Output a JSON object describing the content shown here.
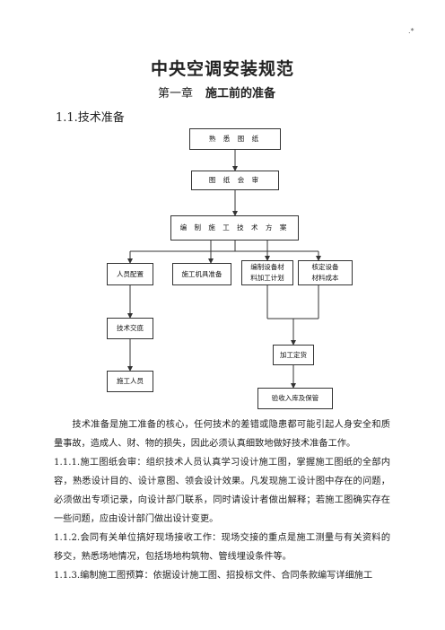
{
  "header": {
    "corner_mark": ".*"
  },
  "title": "中央空调安装规范",
  "chapter": {
    "number": "第一章",
    "name": "施工前的准备"
  },
  "section": "1.1.技术准备",
  "flowchart": {
    "familiar": "熟 悉 图 纸",
    "review": "图 纸 会 审",
    "plan": "编 制 施 工 技 术 方 案",
    "staff": "人员配置",
    "tools": "施工机具准备",
    "material_plan_1": "编制设备材",
    "material_plan_2": "料加工计划",
    "cost_1": "核定设备",
    "cost_2": "材料成本",
    "handover": "技术交底",
    "processing": "加工定货",
    "construction": "施工人员",
    "inspection": "验收入库及保管"
  },
  "body": {
    "p1": "技术准备是施工准备的核心，任何技术的差错或隐患都可能引起人身安全和质量事故，造成人、财、物的损失，因此必须认真细致地做好技术准备工作。",
    "p2": "1.1.1.施工图纸会审：组织技术人员认真学习设计施工图，掌握施工图纸的全部内容，熟悉设计目的、设计意图、领会设计效果。凡发现施工设计图中存在的问题，必须做出专项记录，向设计部门联系，同时请设计者做出解释；若施工图确实存在一些问题，应由设计部门做出设计变更。",
    "p3": "1.1.2.会同有关单位搞好现场接收工作：现场交接的重点是施工测量与有关资料的移交，熟悉场地情况，包括场地构筑物、管线埋设条件等。",
    "p4": "1.1.3.编制施工图预算：依据设计施工图、招投标文件、合同条款编写详细施工"
  }
}
